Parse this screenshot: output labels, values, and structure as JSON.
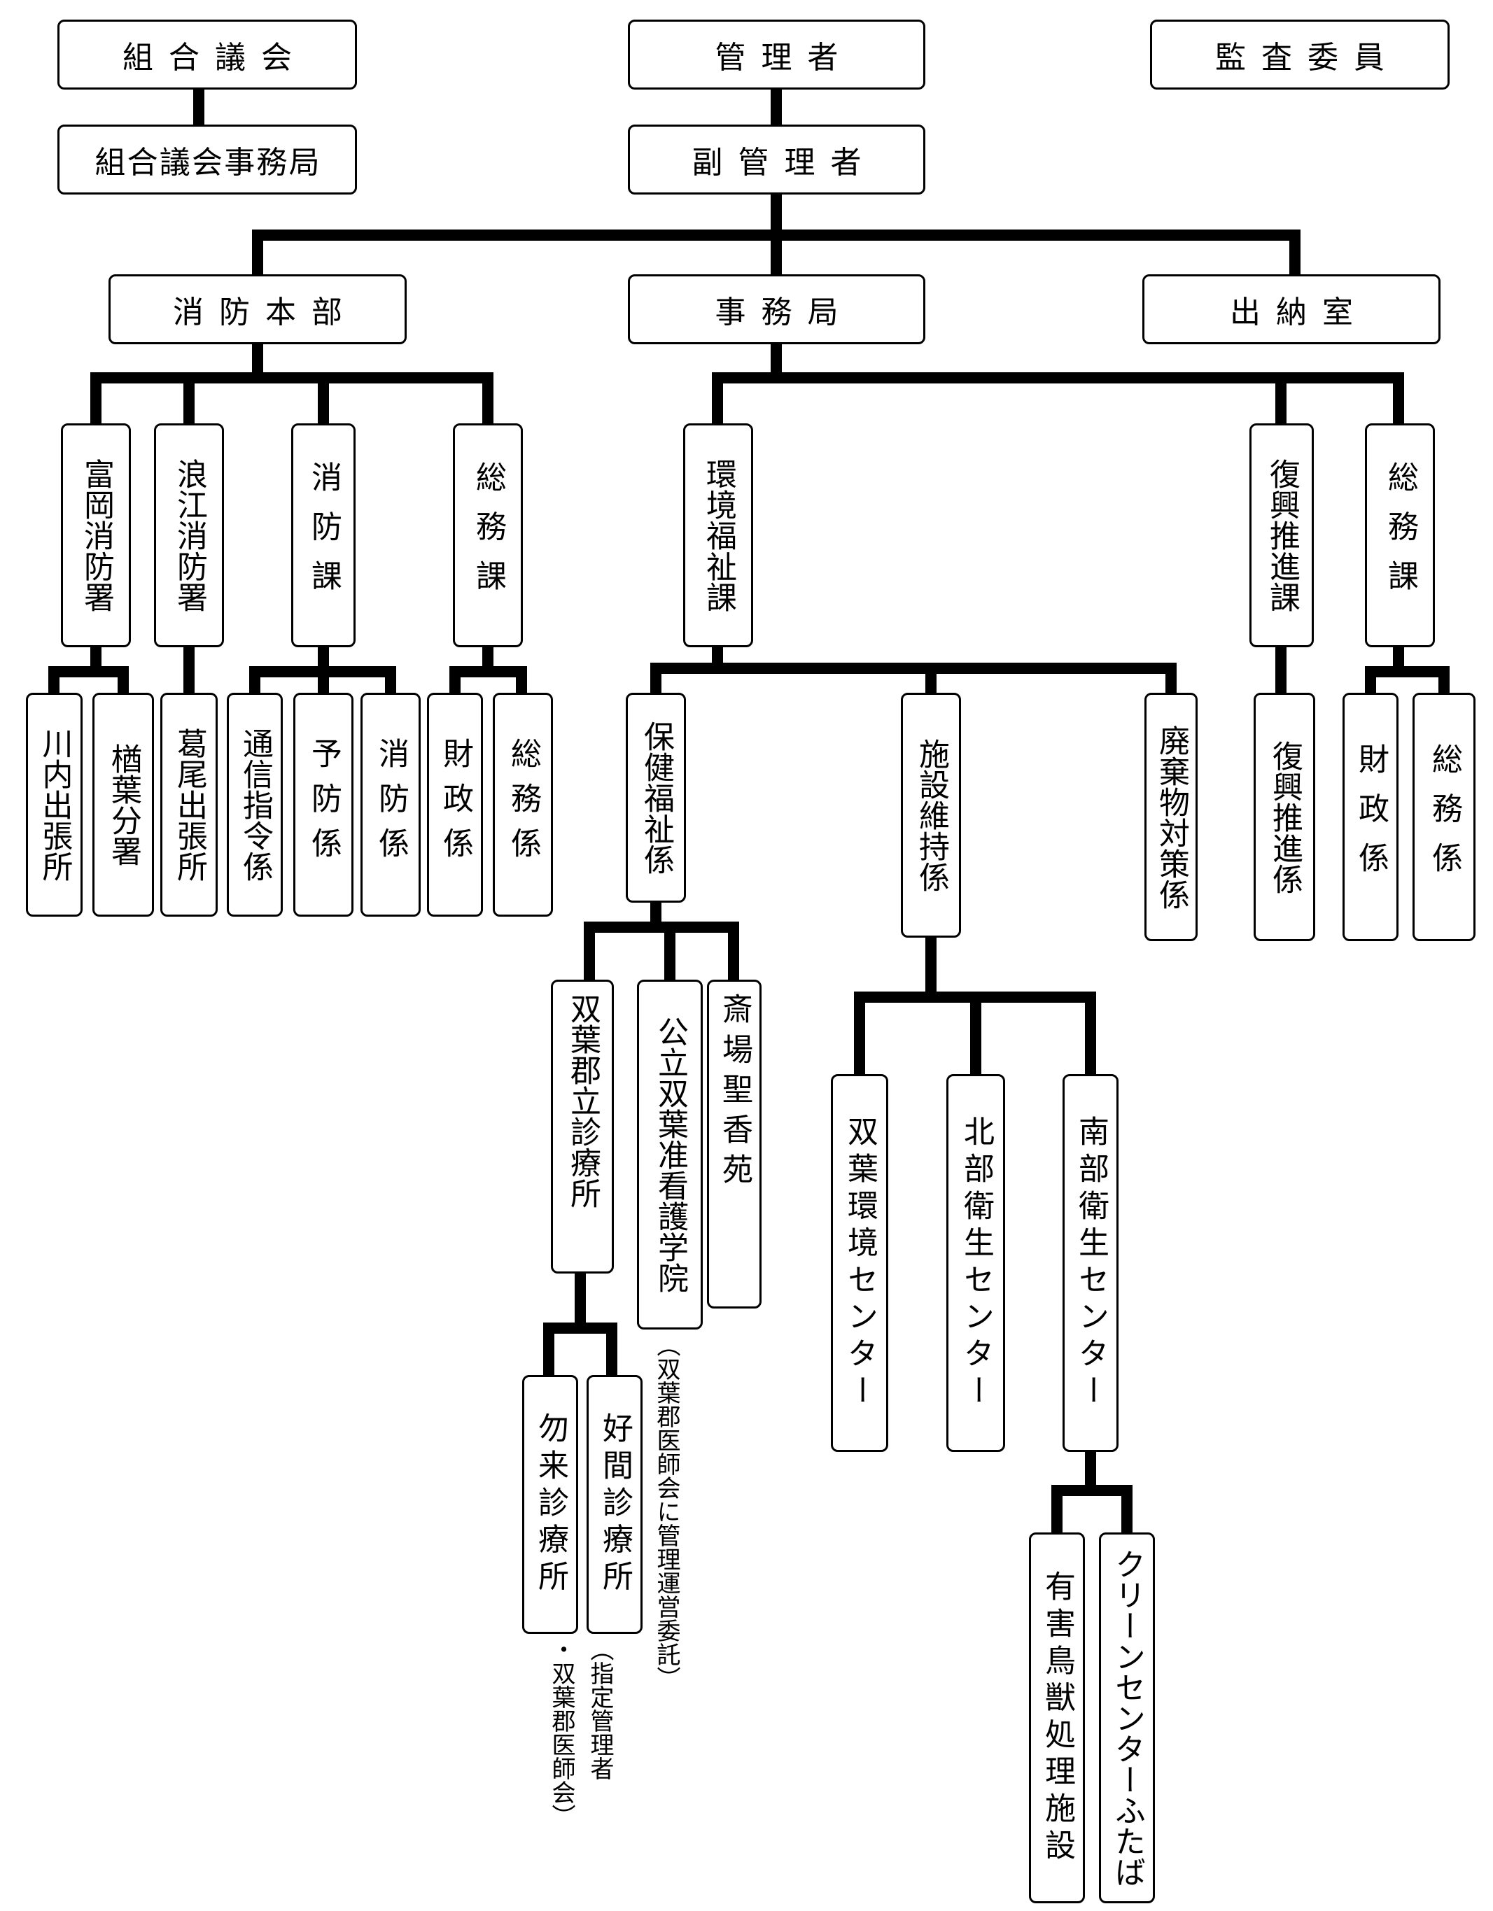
{
  "top": {
    "assembly": "組合議会",
    "assembly_office": "組合議会事務局",
    "administrator": "管理者",
    "vice_administrator": "副管理者",
    "auditor": "監査委員"
  },
  "level2": {
    "fire_hq": "消防本部",
    "secretariat": "事務局",
    "treasury": "出納室"
  },
  "fire": {
    "tomioka": "富岡消防署",
    "namie": "浪江消防署",
    "fire_div": "消防課",
    "general_div": "総務課",
    "kawauchi": "川内出張所",
    "naraha": "楢葉分署",
    "katsurao": "葛尾出張所",
    "comm": "通信指令係",
    "prevention": "予防係",
    "firefighting": "消防係",
    "finance": "財政係",
    "general": "総務係"
  },
  "secretariat": {
    "env_welfare": "環境福祉課",
    "reconstruction_div": "復興推進課",
    "general_div": "総務課",
    "health_welfare": "保健福祉係",
    "facility_maint": "施設維持係",
    "waste": "廃棄物対策係",
    "reconstruction": "復興推進係",
    "finance": "財政係",
    "general": "総務係",
    "clinic": "双葉郡立診療所",
    "nursing_school": "公立双葉准看護学院",
    "crematorium": "斎場聖香苑",
    "futaba_env_center": "双葉環境センター",
    "north_center": "北部衛生センター",
    "south_center": "南部衛生センター",
    "nakoso_clinic": "勿来診療所",
    "konma_clinic": "好間診療所",
    "wildlife_facility": "有害鳥獣処理施設",
    "clean_center": "クリーンセンターふたば",
    "note_nursing": "（双葉郡医師会に管理運営委託）",
    "note_clinic_1": "（指定管理者",
    "note_clinic_2": "・双葉郡医師会）"
  }
}
